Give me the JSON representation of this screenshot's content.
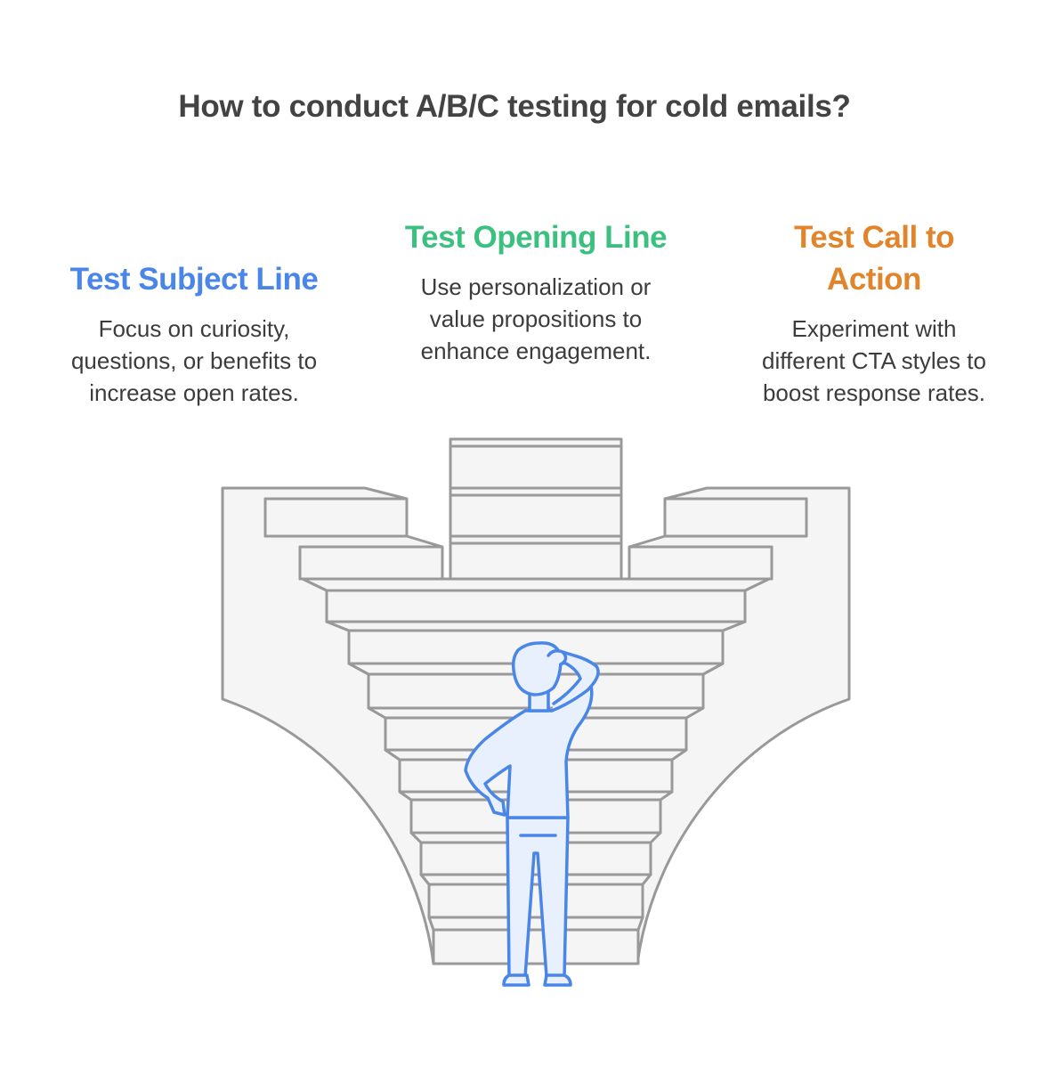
{
  "title": "How to conduct A/B/C testing for cold emails?",
  "colors": {
    "blue": "#4a86e8",
    "green": "#3cc080",
    "orange": "#e0852c",
    "stroke": "#999999",
    "fill": "#f5f5f5",
    "person_stroke": "#4a86e8",
    "person_fill": "#e8f0fd"
  },
  "columns": [
    {
      "heading": [
        "Test Subject Line"
      ],
      "body": [
        "Focus on curiosity,",
        "questions, or benefits to",
        "increase open rates."
      ]
    },
    {
      "heading": [
        "Test Opening Line"
      ],
      "body": [
        "Use personalization or",
        "value propositions to",
        "enhance engagement."
      ]
    },
    {
      "heading": [
        "Test Call to",
        "Action"
      ],
      "body": [
        "Experiment with",
        "different CTA styles to",
        "boost response rates."
      ]
    }
  ],
  "illustration": {
    "icon": "person-scratching-head-before-staircase-icon"
  }
}
